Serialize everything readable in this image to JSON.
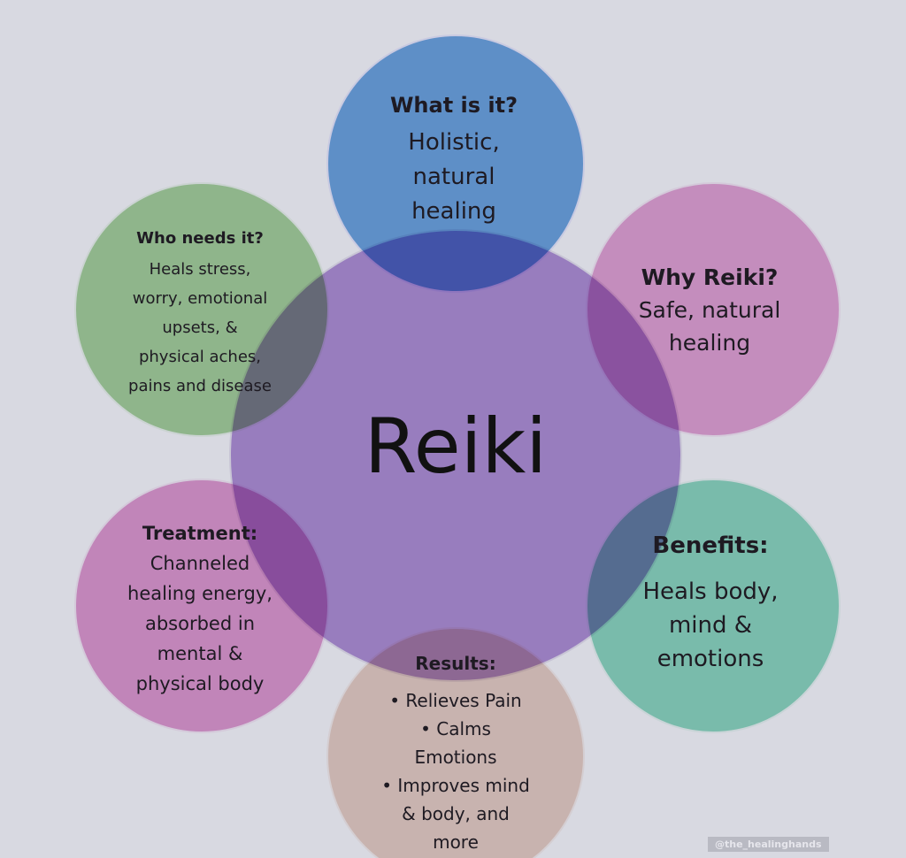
{
  "center": {
    "title": "Reiki"
  },
  "circles": {
    "what": {
      "heading": "What is it?",
      "lines": [
        "Holistic,",
        "natural",
        "healing"
      ]
    },
    "why": {
      "heading": "Why Reiki?",
      "lines": [
        "Safe, natural",
        "healing"
      ]
    },
    "benefits": {
      "heading": "Benefits:",
      "lines": [
        "Heals body,",
        "mind &",
        "emotions"
      ]
    },
    "results": {
      "heading": "Results:",
      "lines": [
        "• Relieves Pain",
        "• Calms",
        "Emotions",
        "• Improves mind",
        "& body, and",
        "more"
      ]
    },
    "treatment": {
      "heading": "Treatment:",
      "lines": [
        "Channeled",
        "healing energy,",
        "absorbed in",
        "mental &",
        "physical body"
      ]
    },
    "who": {
      "heading": "Who needs it?",
      "lines": [
        "Heals stress,",
        "worry, emotional",
        "upsets, &",
        "physical aches,",
        "pains and disease"
      ]
    }
  },
  "watermark": "@the_healinghands",
  "colors": {
    "background": "#d8d9e1",
    "center": "#b393d8",
    "what": "#6fa8e2",
    "why": "#e8a6d6",
    "benefits": "#8fdcc2",
    "results": "#ecd3c6",
    "treatment": "#e49cd2",
    "who": "#a9d59e"
  }
}
